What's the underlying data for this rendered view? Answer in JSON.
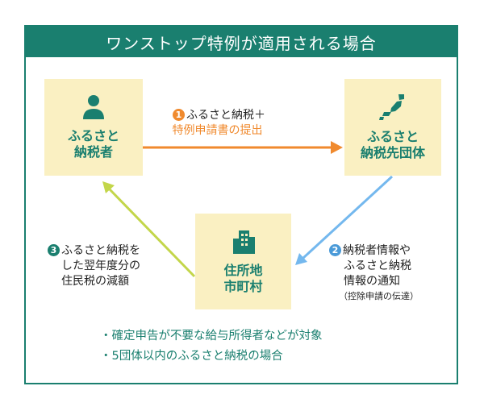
{
  "title": "ワンストップ特例が適用される場合",
  "nodes": {
    "donor": {
      "line1": "ふるさと",
      "line2": "納税者"
    },
    "city": {
      "line1": "ふるさと",
      "line2": "納税先団体"
    },
    "municipality": {
      "line1": "住所地",
      "line2": "市町村"
    }
  },
  "steps": {
    "step1": {
      "number": "1",
      "line1": "ふるさと納税＋",
      "line2": "特例申請書の提出"
    },
    "step2": {
      "number": "2",
      "line1": "納税者情報や",
      "line2": "ふるさと納税",
      "line3": "情報の通知",
      "note": "（控除申請の伝達）"
    },
    "step3": {
      "number": "3",
      "line1": "ふるさと納税を",
      "line2": "した翌年度分の",
      "line3": "住民税の減額"
    }
  },
  "conditions": [
    "確定申告が不要な給与所得者などが対象",
    "5団体以内のふるさと納税の場合"
  ],
  "colors": {
    "primary": "#1a7f6f",
    "node_bg": "#faf0c2",
    "arrow1": "#f08a2e",
    "arrow2": "#74b8ee",
    "arrow3": "#c3d64a"
  }
}
